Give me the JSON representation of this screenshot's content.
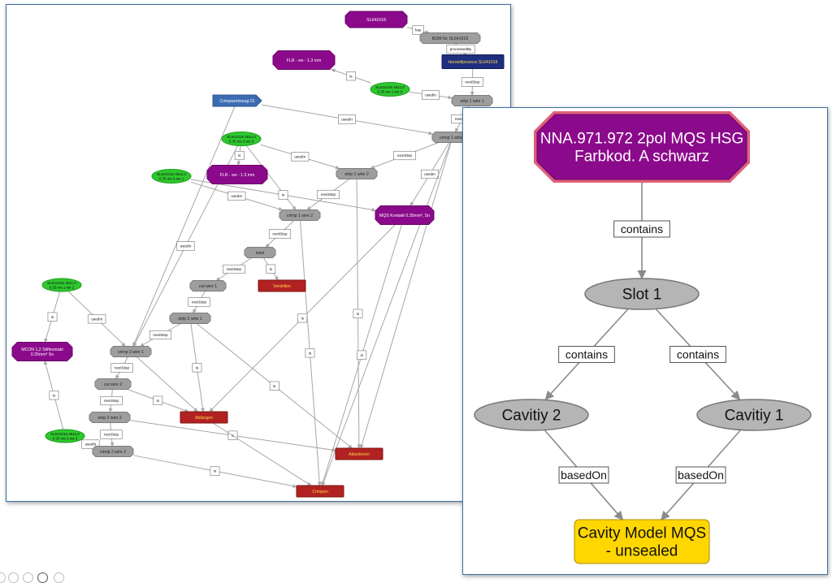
{
  "back_graph": {
    "nodes": [
      {
        "id": "n_sl",
        "label": "SL641018",
        "kind": "purple-oct"
      },
      {
        "id": "n_bom",
        "label": "BOM für SL641018",
        "kind": "grey-oct"
      },
      {
        "id": "n_herst",
        "label": "Herstellprozess SL641018",
        "kind": "navy-rect"
      },
      {
        "id": "n_flr1",
        "label": "FLR - ws - 1.3 mm",
        "kind": "purple-oct"
      },
      {
        "id": "n_e1",
        "label": [
          "SL641018 4611.0",
          "0.35 ws 1-ws 0"
        ],
        "kind": "green-ellipse"
      },
      {
        "id": "n_strip1",
        "label": "strip 1 wire 1",
        "kind": "grey-oct"
      },
      {
        "id": "n_crimpw",
        "label": "Crimpwerkzeug 01",
        "kind": "blue-tag"
      },
      {
        "id": "n_crimp11",
        "label": "crimp 1 wire 1",
        "kind": "grey-oct"
      },
      {
        "id": "n_e2",
        "label": [
          "SL641018 4611.0",
          "0.35 ws 2-ws 0"
        ],
        "kind": "green-ellipse"
      },
      {
        "id": "n_flr2",
        "label": "FLR - ws - 1.3 mm",
        "kind": "purple-oct"
      },
      {
        "id": "n_strip12",
        "label": "strip 1 wire 2",
        "kind": "grey-oct"
      },
      {
        "id": "n_e3",
        "label": [
          "SL641018 4611.0",
          "0.35 ws 2-ws 1"
        ],
        "kind": "green-ellipse"
      },
      {
        "id": "n_crimp12",
        "label": "crimp 1 wire 2",
        "kind": "grey-oct"
      },
      {
        "id": "n_mqs",
        "label": "MQS Kontakt 0.35mm², Sn",
        "kind": "purple-oct"
      },
      {
        "id": "n_twist",
        "label": "twist",
        "kind": "grey-oct"
      },
      {
        "id": "n_verdr",
        "label": "Verdrillen",
        "kind": "red-rect"
      },
      {
        "id": "n_cut1",
        "label": "cut wire 1",
        "kind": "grey-oct"
      },
      {
        "id": "n_e4",
        "label": [
          "SL641018 4611.0",
          "0.35 ws 1-ws 2"
        ],
        "kind": "green-ellipse"
      },
      {
        "id": "n_strip21",
        "label": "strip 2 wire 1",
        "kind": "grey-oct"
      },
      {
        "id": "n_mcon",
        "label": [
          "MCON 1,2 Stiftkontakt",
          "0.35mm² Sn"
        ],
        "kind": "purple-oct"
      },
      {
        "id": "n_crimp21",
        "label": "crimp 2 wire 1",
        "kind": "grey-oct"
      },
      {
        "id": "n_cut2",
        "label": "cut wire 2",
        "kind": "grey-oct"
      },
      {
        "id": "n_strip22",
        "label": "strip 2 wire 2",
        "kind": "grey-oct"
      },
      {
        "id": "n_abl",
        "label": "Ablängen",
        "kind": "red-rect"
      },
      {
        "id": "n_e5",
        "label": [
          "SL641018 4611.0",
          "0.35 ws 2-ws 2"
        ],
        "kind": "green-ellipse"
      },
      {
        "id": "n_crimp22",
        "label": "crimp 2 wire 2",
        "kind": "grey-oct"
      },
      {
        "id": "n_abis",
        "label": "Abisolieren",
        "kind": "red-rect"
      },
      {
        "id": "n_crimpen",
        "label": "Crimpen",
        "kind": "red-rect"
      }
    ],
    "edges": [
      {
        "from": "n_sl",
        "to": "n_bom",
        "label": "has"
      },
      {
        "from": "n_bom",
        "to": "n_herst",
        "label": "processedBy"
      },
      {
        "from": "n_herst",
        "to": "n_strip1",
        "label": "nextStep"
      },
      {
        "from": "n_e1",
        "to": "n_flr1",
        "label": "is"
      },
      {
        "from": "n_e1",
        "to": "n_strip1",
        "label": "usedIn"
      },
      {
        "from": "n_strip1",
        "to": "n_crimp11",
        "label": "nextStep"
      },
      {
        "from": "n_crimpw",
        "to": "n_crimp11",
        "label": "usedIn"
      },
      {
        "from": "n_crimpw",
        "to": "n_crimp21",
        "label": ""
      },
      {
        "from": "n_crimp11",
        "to": "n_strip12",
        "label": "nextStep"
      },
      {
        "from": "n_e2",
        "to": "n_flr2",
        "label": "is"
      },
      {
        "from": "n_e2",
        "to": "n_strip12",
        "label": "usedIn"
      },
      {
        "from": "n_e2",
        "to": "n_crimp12",
        "label": ""
      },
      {
        "from": "n_e2",
        "to": "n_crimp21",
        "label": "usedIn"
      },
      {
        "from": "n_e3",
        "to": "n_crimp12",
        "label": "usedIn"
      },
      {
        "from": "n_e3",
        "to": "n_mqs",
        "label": "is"
      },
      {
        "from": "n_strip12",
        "to": "n_crimp12",
        "label": "nextStep"
      },
      {
        "from": "n_strip12",
        "to": "n_abis",
        "label": "is"
      },
      {
        "from": "n_crimp11",
        "to": "n_mqs",
        "label": "usedIn"
      },
      {
        "from": "n_crimp11",
        "to": "n_abis",
        "label": ""
      },
      {
        "from": "n_crimp11",
        "to": "n_crimpen",
        "label": ""
      },
      {
        "from": "n_mqs",
        "to": "n_abl",
        "label": "is"
      },
      {
        "from": "n_mqs",
        "to": "n_crimpen",
        "label": "is"
      },
      {
        "from": "n_crimp12",
        "to": "n_twist",
        "label": "nextStep"
      },
      {
        "from": "n_crimp12",
        "to": "n_crimpen",
        "label": "is"
      },
      {
        "from": "n_twist",
        "to": "n_verdr",
        "label": "is"
      },
      {
        "from": "n_twist",
        "to": "n_cut1",
        "label": "nextStep"
      },
      {
        "from": "n_cut1",
        "to": "n_strip21",
        "label": "nextStep"
      },
      {
        "from": "n_strip21",
        "to": "n_crimp21",
        "label": "nextStep"
      },
      {
        "from": "n_strip21",
        "to": "n_abl",
        "label": "is"
      },
      {
        "from": "n_strip21",
        "to": "n_abis",
        "label": "is"
      },
      {
        "from": "n_e4",
        "to": "n_mcon",
        "label": "is"
      },
      {
        "from": "n_e4",
        "to": "n_crimp21",
        "label": "usedIn"
      },
      {
        "from": "n_crimp21",
        "to": "n_cut2",
        "label": "nextStep"
      },
      {
        "from": "n_crimp21",
        "to": "n_abl",
        "label": ""
      },
      {
        "from": "n_cut2",
        "to": "n_strip22",
        "label": "nextStep"
      },
      {
        "from": "n_cut2",
        "to": "n_abl",
        "label": "is"
      },
      {
        "from": "n_strip22",
        "to": "n_crimp22",
        "label": "nextStep"
      },
      {
        "from": "n_strip22",
        "to": "n_abis",
        "label": "is"
      },
      {
        "from": "n_e5",
        "to": "n_mcon",
        "label": "is"
      },
      {
        "from": "n_e5",
        "to": "n_crimp22",
        "label": "usedIn"
      },
      {
        "from": "n_crimp22",
        "to": "n_crimpen",
        "label": "is"
      },
      {
        "from": "n_abl",
        "to": "n_crimpen",
        "label": ""
      }
    ]
  },
  "front_graph": {
    "nodes": [
      {
        "id": "f_hsg",
        "label": [
          "NNA.971.972 2pol MQS HSG",
          "Farbkod. A schwarz"
        ],
        "kind": "purple-oct"
      },
      {
        "id": "f_slot",
        "label": "Slot 1",
        "kind": "grey-ellipse"
      },
      {
        "id": "f_cav2",
        "label": "Cavitiy 2",
        "kind": "grey-ellipse"
      },
      {
        "id": "f_cav1",
        "label": "Cavitiy 1",
        "kind": "grey-ellipse"
      },
      {
        "id": "f_model",
        "label": [
          "Cavity Model MQS",
          "- unsealed"
        ],
        "kind": "yellow-rect"
      }
    ],
    "edges": [
      {
        "from": "f_hsg",
        "to": "f_slot",
        "label": "contains"
      },
      {
        "from": "f_slot",
        "to": "f_cav2",
        "label": "contains"
      },
      {
        "from": "f_slot",
        "to": "f_cav1",
        "label": "contains"
      },
      {
        "from": "f_cav2",
        "to": "f_model",
        "label": "basedOn"
      },
      {
        "from": "f_cav1",
        "to": "f_model",
        "label": "basedOn"
      }
    ]
  },
  "colors": {
    "purple": "#8b0a8b",
    "grey_node": "#9e9e9e",
    "green": "#2ec82e",
    "red": "#b22222",
    "navy": "#1f2f7f",
    "blue_tag": "#3b6cb3",
    "yellow": "#ffd700",
    "panel_border": "#3d6ea5"
  },
  "toolbar": {
    "icons": [
      "zoom-out-icon",
      "zoom-in-icon",
      "screen-icon",
      "camera-icon",
      "more-icon"
    ]
  }
}
